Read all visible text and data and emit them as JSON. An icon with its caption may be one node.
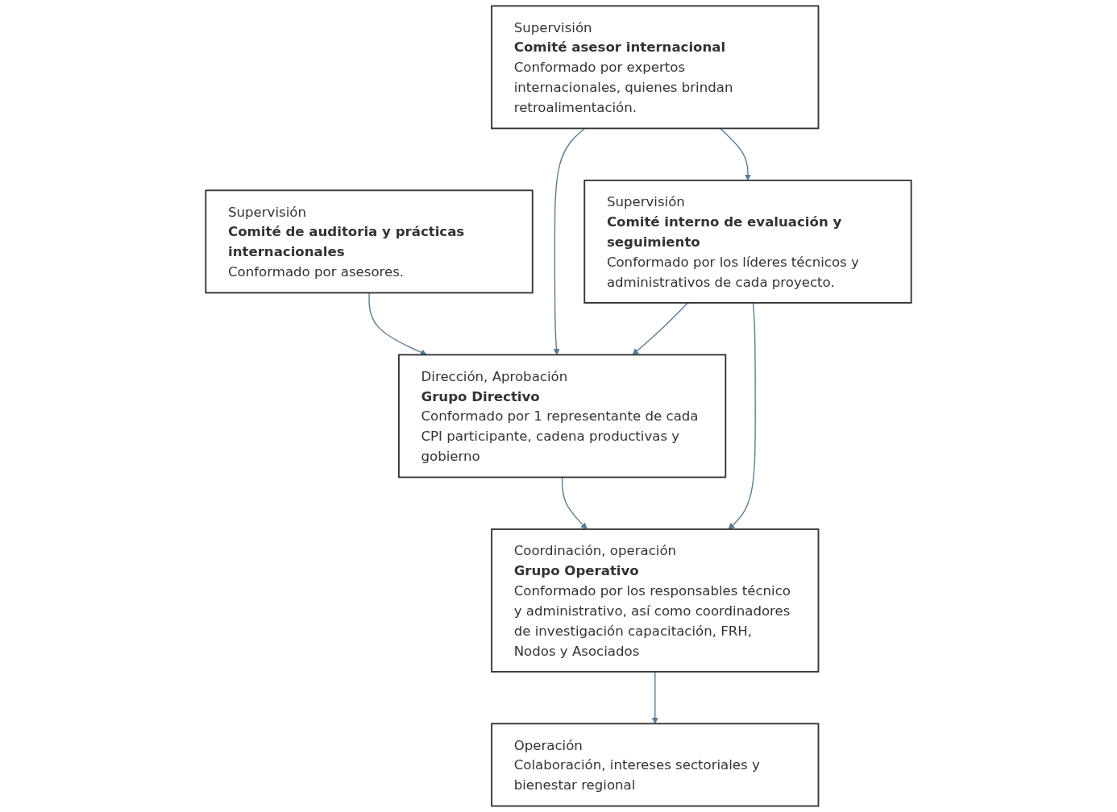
{
  "diagram": {
    "nodes": [
      {
        "text": [
          "Dirección, Aprobación",
          "Grupo Directivo",
          "Conformado por 1 representante de cada CPI participante, cadena productivas y gobierno"
        ]
      },
      {
        "text": [
          "Coordinación, operación",
          "Grupo Operativo",
          "Conformado por los responsables técnico y administrativo, así como coordinadores de investigación capacitación, FRH, Nodos y Asociados"
        ]
      },
      {
        "text": [
          "Operación",
          "Colaboración, intereses sectoriales y bienestar regional"
        ]
      },
      {
        "text": [
          "Supervisión",
          "Comité de auditoria y prácticas internacionales",
          "Conformado por asesores."
        ]
      },
      {
        "text": [
          "Supervisión",
          "Comité interno de evaluación y seguimiento",
          "Conformado por los líderes técnicos y administrativos de cada proyecto."
        ]
      },
      {
        "text": [
          "Supervisión",
          "Comité asesor internacional",
          "Conformado por expertos internacionales, quienes brindan retroalimentación."
        ]
      }
    ],
    "edges": [
      {
        "from": 0,
        "to": 1,
        "arrow": "to"
      },
      {
        "from": 1,
        "to": 2,
        "arrow": "to"
      },
      {
        "from": 3,
        "to": 0,
        "arrow": "to"
      },
      {
        "from": 4,
        "to": 0,
        "arrow": "to"
      },
      {
        "from": 5,
        "to": 0,
        "arrow": "to"
      },
      {
        "from": 4,
        "to": 1,
        "arrow": "to"
      },
      {
        "from": 5,
        "to": 4,
        "arrow": "to"
      }
    ]
  }
}
